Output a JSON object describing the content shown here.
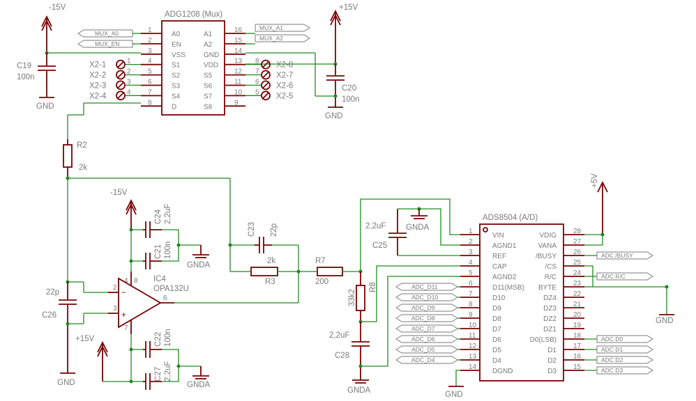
{
  "mux": {
    "title": "ADG1208 (Mux)",
    "left_pins": [
      {
        "num": "1",
        "name": "A0"
      },
      {
        "num": "2",
        "name": "EN"
      },
      {
        "num": "3",
        "name": "VSS"
      },
      {
        "num": "4",
        "name": "S1"
      },
      {
        "num": "5",
        "name": "S2"
      },
      {
        "num": "6",
        "name": "S3"
      },
      {
        "num": "7",
        "name": "S4"
      },
      {
        "num": "8",
        "name": "D"
      }
    ],
    "right_pins": [
      {
        "num": "16",
        "name": "A1"
      },
      {
        "num": "15",
        "name": "A2"
      },
      {
        "num": "14",
        "name": "GND"
      },
      {
        "num": "13",
        "name": "VDD"
      },
      {
        "num": "12",
        "name": "S5"
      },
      {
        "num": "11",
        "name": "S6"
      },
      {
        "num": "10",
        "name": "S7"
      },
      {
        "num": "9",
        "name": "S8"
      }
    ]
  },
  "adc": {
    "title": "ADS8504 (A/D)",
    "left_pins": [
      {
        "num": "1",
        "name": "VIN"
      },
      {
        "num": "2",
        "name": "AGND1"
      },
      {
        "num": "3",
        "name": "REF"
      },
      {
        "num": "4",
        "name": "CAP"
      },
      {
        "num": "5",
        "name": "AGND2"
      },
      {
        "num": "6",
        "name": "D11(MSB)"
      },
      {
        "num": "7",
        "name": "D10"
      },
      {
        "num": "8",
        "name": "D9"
      },
      {
        "num": "9",
        "name": "D8"
      },
      {
        "num": "10",
        "name": "D7"
      },
      {
        "num": "11",
        "name": "D6"
      },
      {
        "num": "12",
        "name": "D5"
      },
      {
        "num": "13",
        "name": "D4"
      },
      {
        "num": "14",
        "name": "DGND"
      }
    ],
    "right_pins": [
      {
        "num": "28",
        "name": "VDIG"
      },
      {
        "num": "27",
        "name": "VANA"
      },
      {
        "num": "26",
        "name": "/BUSY"
      },
      {
        "num": "25",
        "name": "/CS"
      },
      {
        "num": "24",
        "name": "R/C"
      },
      {
        "num": "23",
        "name": "BYTE"
      },
      {
        "num": "22",
        "name": "DZ4"
      },
      {
        "num": "21",
        "name": "DZ3"
      },
      {
        "num": "20",
        "name": "DZ2"
      },
      {
        "num": "19",
        "name": "DZ1"
      },
      {
        "num": "18",
        "name": "D0(LSB)"
      },
      {
        "num": "17",
        "name": "D1"
      },
      {
        "num": "16",
        "name": "D2"
      },
      {
        "num": "15",
        "name": "D3"
      }
    ]
  },
  "opamp": {
    "ref": "IC4",
    "part": "OPA132U",
    "pin_minus": "2",
    "pin_plus": "3",
    "pin_out": "6",
    "pin_vminus": "4",
    "pin_vplus": "7",
    "pin_8": "8"
  },
  "supplies": {
    "neg15_top": "-15V",
    "pos15_top": "+15V",
    "pos5": "+5V",
    "neg15_op": "-15V",
    "pos15_op": "+15V"
  },
  "grounds": {
    "gnd": "GND",
    "gnda": "GNDA"
  },
  "parts": {
    "C19": {
      "ref": "C19",
      "val": "100n"
    },
    "C20": {
      "ref": "C20",
      "val": "100n"
    },
    "R2": {
      "ref": "R2",
      "val": "2k"
    },
    "C24": {
      "ref": "C24",
      "val": "2,2uF"
    },
    "C21": {
      "ref": "C21",
      "val": "100n"
    },
    "C23": {
      "ref": "C23",
      "val": "22p"
    },
    "R3": {
      "ref": "R3",
      "val": "2k"
    },
    "R7": {
      "ref": "R7",
      "val": "200"
    },
    "C26": {
      "ref": "C26",
      "val": "22p"
    },
    "C22": {
      "ref": "C22",
      "val": "100n"
    },
    "C27": {
      "ref": "C27",
      "val": "2,2uF"
    },
    "R8": {
      "ref": "R8",
      "val": "33k2"
    },
    "C28": {
      "ref": "C28",
      "val": "2,2uF"
    },
    "C25": {
      "ref": "C25",
      "val": "2,2uF"
    }
  },
  "connectors_left": [
    "X2-1",
    "X2-2",
    "X2-3",
    "X2-4"
  ],
  "connectors_right": [
    "X2-8",
    "X2-7",
    "X2-6",
    "X2-5"
  ],
  "conn_pin_left": [
    "1",
    "2",
    "3",
    "4"
  ],
  "conn_pin_right": [
    "8",
    "7",
    "6",
    "5"
  ],
  "nets": {
    "mux_in": [
      "MUX_A0",
      "MUX_EN"
    ],
    "mux_out": [
      "MUX_A1",
      "MUX_A2"
    ],
    "adc_data_left": [
      "ADC_D11",
      "ADC_D10",
      "ADC_D9",
      "ADC_D8",
      "ADC_D7",
      "ADC_D6",
      "ADC_D5",
      "ADC_D4"
    ],
    "adc_ctrl": [
      "ADC /BUSY",
      "ADC R/C"
    ],
    "adc_data_right": [
      "ADC D0",
      "ADC D1",
      "ADC D2",
      "ADC D3"
    ]
  },
  "colors": {
    "wire": "#1f8a1f",
    "part": "#7a0000",
    "text": "#7a7a7a"
  }
}
